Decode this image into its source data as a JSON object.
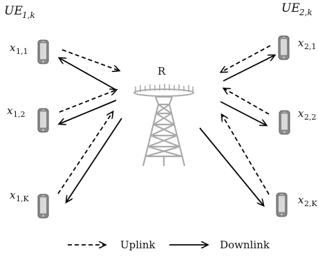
{
  "groups": {
    "left": {
      "header": "UE",
      "header_sub": "1,k",
      "users": [
        {
          "var": "x",
          "sub": "1,1"
        },
        {
          "var": "x",
          "sub": "1,2"
        },
        {
          "var": "x",
          "sub": "1,K"
        }
      ]
    },
    "right": {
      "header": "UE",
      "header_sub": "2,k",
      "users": [
        {
          "var": "x",
          "sub": "2,1"
        },
        {
          "var": "x",
          "sub": "2,2"
        },
        {
          "var": "x",
          "sub": "2,K"
        }
      ]
    }
  },
  "relay": {
    "label": "R",
    "icon": "cell-tower-icon",
    "color": "#aaaaaa"
  },
  "legend": {
    "uplink_label": "Uplink",
    "downlink_label": "Downlink"
  },
  "icons": {
    "phone": "mobile-phone-icon",
    "uplink": "dashed-arrow-icon",
    "downlink": "solid-arrow-icon"
  },
  "colors": {
    "arrow": "#000000",
    "tower": "#aaaaaa",
    "phone_body": "#888888",
    "phone_screen": "#d8d8d8"
  }
}
